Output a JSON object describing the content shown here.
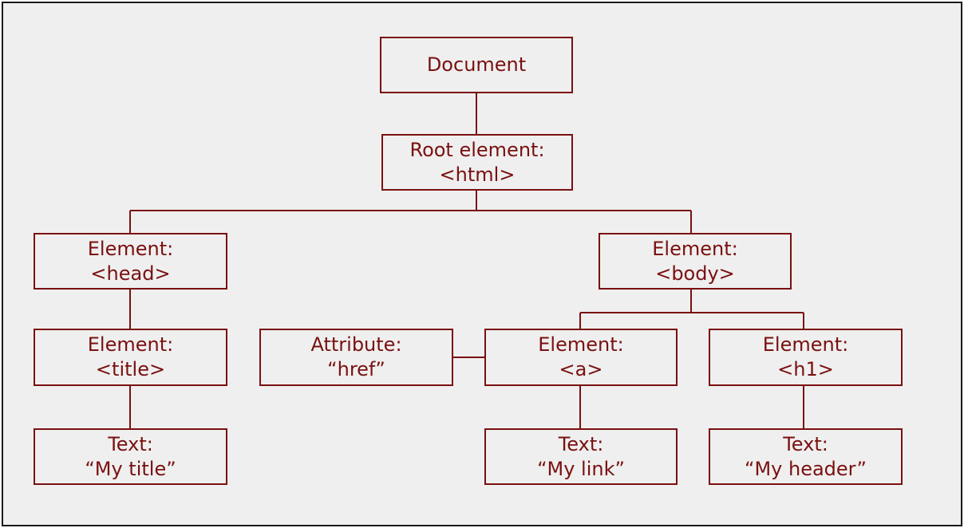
{
  "diagram": {
    "line_color": "#7a1010",
    "background": "#efefef",
    "nodes": {
      "document": {
        "line1": "Document"
      },
      "root": {
        "line1": "Root element:",
        "line2": "<html>"
      },
      "head": {
        "line1": "Element:",
        "line2": "<head>"
      },
      "body": {
        "line1": "Element:",
        "line2": "<body>"
      },
      "title": {
        "line1": "Element:",
        "line2": "<title>"
      },
      "attribute": {
        "line1": "Attribute:",
        "line2": "“href”"
      },
      "a": {
        "line1": "Element:",
        "line2": "<a>"
      },
      "h1": {
        "line1": "Element:",
        "line2": "<h1>"
      },
      "title_text": {
        "line1": "Text:",
        "line2": "“My title”"
      },
      "link_text": {
        "line1": "Text:",
        "line2": "“My link”"
      },
      "header_text": {
        "line1": "Text:",
        "line2": "“My header”"
      }
    }
  }
}
